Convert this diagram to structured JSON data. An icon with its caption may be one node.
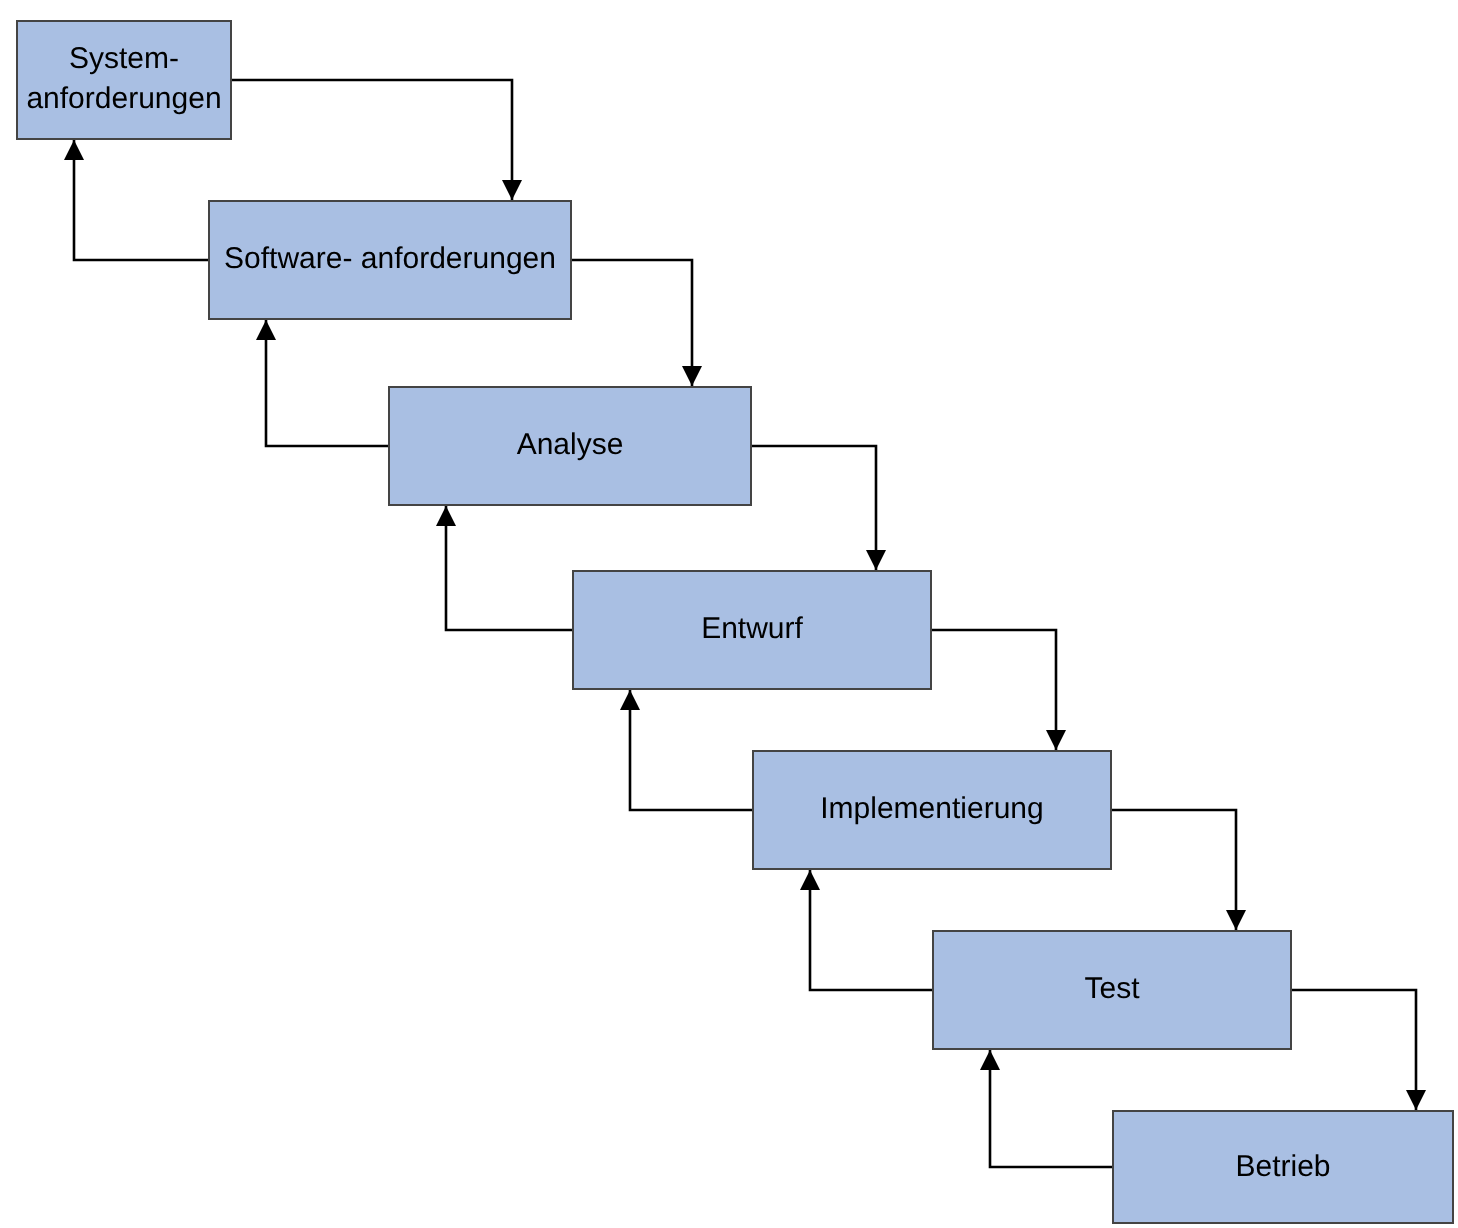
{
  "diagram": {
    "nodes": [
      {
        "text": [
          "System- anforderungen"
        ]
      },
      {
        "text": [
          "Software- anforderungen"
        ]
      },
      {
        "text": [
          "Analyse"
        ]
      },
      {
        "text": [
          "Entwurf"
        ]
      },
      {
        "text": [
          "Implementierung"
        ]
      },
      {
        "text": [
          "Test"
        ]
      },
      {
        "text": [
          "Betrieb"
        ]
      }
    ],
    "edges": [
      {
        "from": 0,
        "to": 1,
        "arrow": "to"
      },
      {
        "from": 1,
        "to": 0,
        "arrow": "to"
      },
      {
        "from": 1,
        "to": 2,
        "arrow": "to"
      },
      {
        "from": 2,
        "to": 1,
        "arrow": "to"
      },
      {
        "from": 2,
        "to": 3,
        "arrow": "to"
      },
      {
        "from": 3,
        "to": 2,
        "arrow": "to"
      },
      {
        "from": 3,
        "to": 4,
        "arrow": "to"
      },
      {
        "from": 4,
        "to": 3,
        "arrow": "to"
      },
      {
        "from": 4,
        "to": 5,
        "arrow": "to"
      },
      {
        "from": 5,
        "to": 4,
        "arrow": "to"
      },
      {
        "from": 5,
        "to": 6,
        "arrow": "to"
      },
      {
        "from": 6,
        "to": 5,
        "arrow": "to"
      }
    ]
  }
}
